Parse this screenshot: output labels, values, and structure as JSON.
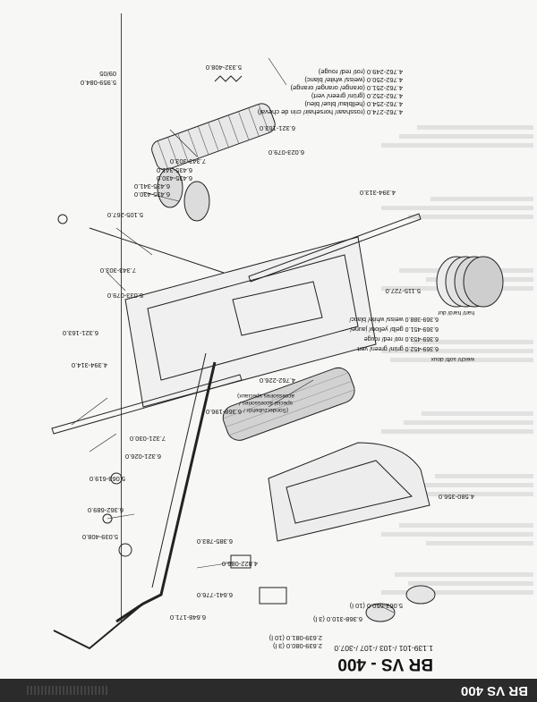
{
  "page": {
    "model": "BR VS - 400",
    "header_band": "BR VS 400",
    "version": "1.139-101 /-103 /-107 /-307.0",
    "date": "09/05"
  },
  "accessory_notes": {
    "sonderzubehor": "(Sonderzubehör /",
    "special_accessories": "special accessories /",
    "accessoires_speciaux": "accessoires speciaux)"
  },
  "parts": [
    {
      "id": "p_5959",
      "number": "5.959-084.0",
      "bold": false
    },
    {
      "id": "p_5332",
      "number": "5.332-408.0",
      "bold": false
    },
    {
      "id": "p_brush_rot",
      "number": "4.762-249.0 (rot/ red/ rouge)",
      "bold": false
    },
    {
      "id": "p_brush_weiss",
      "number": "4.762-250.0 (weiss/ white/ blanc)",
      "bold": false
    },
    {
      "id": "p_brush_orange",
      "number": "4.762-251.0 (orange/ orange/ orange)",
      "bold": false
    },
    {
      "id": "p_brush_gruen",
      "number": "4.762-252.0 (grün/ green/ vert)",
      "bold": false
    },
    {
      "id": "p_brush_blau",
      "number": "4.762-254.0 (hellblau/ blue/ bleu)",
      "bold": false
    },
    {
      "id": "p_brush_ross",
      "number": "4.762-274.0 (rosshaar/ horsehair/ crin de cheval)",
      "bold": false
    },
    {
      "id": "p_6321a",
      "number": "6.321-163.0",
      "bold": false
    },
    {
      "id": "p_6023",
      "number": "6.023-079.0",
      "bold": false
    },
    {
      "id": "p_7343a",
      "number": "7.343-303.0",
      "bold": false
    },
    {
      "id": "p_6435a",
      "number": "6.435-341.0",
      "bold": false
    },
    {
      "id": "p_6435b",
      "number": "6.435-430.0",
      "bold": false
    },
    {
      "id": "p_6435c",
      "number": "6.435-341.0",
      "bold": false
    },
    {
      "id": "p_6435d",
      "number": "6.435-430.0",
      "bold": false
    },
    {
      "id": "p_4394a",
      "number": "4.394-313.0",
      "bold": false
    },
    {
      "id": "p_5105",
      "number": "5.105-267.0",
      "bold": false
    },
    {
      "id": "p_7343b",
      "number": "7.343-303.0",
      "bold": false
    },
    {
      "id": "p_5033",
      "number": "5.033-079.0",
      "bold": false
    },
    {
      "id": "p_6321b",
      "number": "6.321-163.0",
      "bold": false
    },
    {
      "id": "p_4394b",
      "number": "4.394-314.0",
      "bold": false
    },
    {
      "id": "p_5115",
      "number": "5.115-727.0",
      "bold": false
    },
    {
      "id": "p_4762",
      "number": "4.762-226.0",
      "bold": false
    },
    {
      "id": "p_6368",
      "number": "6.368-196.0",
      "bold": false
    },
    {
      "id": "p_7321",
      "number": "7.321-030.0",
      "bold": false
    },
    {
      "id": "p_6321c",
      "number": "6.321-026.0",
      "bold": false
    },
    {
      "id": "p_5063",
      "number": "5.063-619.0",
      "bold": false
    },
    {
      "id": "p_6362",
      "number": "6.362-689.0",
      "bold": false
    },
    {
      "id": "p_5039",
      "number": "5.039-408.0",
      "bold": false
    },
    {
      "id": "p_6385",
      "number": "6.385-783.0",
      "bold": false
    },
    {
      "id": "p_4822",
      "number": "4.822-086.0",
      "bold": false
    },
    {
      "id": "p_6641",
      "number": "6.641-776.0",
      "bold": false
    },
    {
      "id": "p_6648",
      "number": "6.648-171.0",
      "bold": false
    },
    {
      "id": "p_4580",
      "number": "4.580-356.0",
      "bold": false
    },
    {
      "id": "p_5063b",
      "number": "5.063-650.0 (10 l)",
      "bold": false
    },
    {
      "id": "p_6368b",
      "number": "6.368-310.0 (3 l)",
      "bold": false
    },
    {
      "id": "p_2639a",
      "number": "2.639-081.0 (10 l)",
      "bold": false
    },
    {
      "id": "p_2639b",
      "number": "2.639-080.0 (3 l)",
      "bold": false
    }
  ],
  "pad_legend": [
    {
      "number": "6.369-452.0",
      "label": "grün/ green/ vert"
    },
    {
      "number": "6.369-453.0",
      "label": "rot/ red/ rouge"
    },
    {
      "number": "6.369-451.0",
      "label": "gelb/ yellow/ jaune/"
    },
    {
      "number": "6.369-388.0",
      "label": "weiss/ white/ blanc/"
    }
  ],
  "soft_hard": {
    "soft": "weich/ soft/ doux",
    "hard": "hart/ hard/ dur"
  }
}
